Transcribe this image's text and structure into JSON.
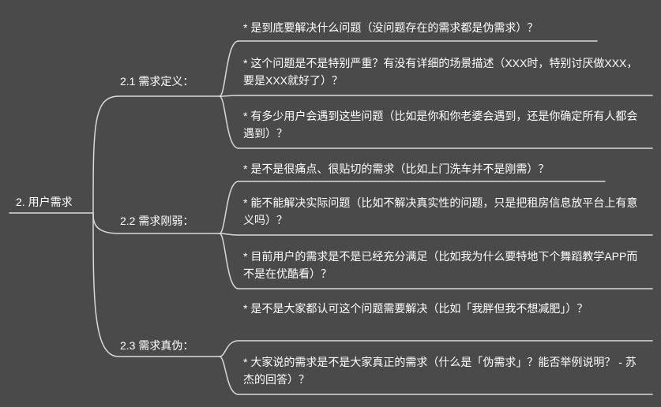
{
  "root": {
    "label": "2. 用户需求"
  },
  "branches": [
    {
      "label": "2.1 需求定义：",
      "leaves": [
        "* 是到底要解决什么问题（没问题存在的需求都是伪需求）？",
        "* 这个问题是不是特别严重？有没有详细的场景描述（XXX时，特别讨厌做XXX，要是XXX就好了）？",
        "* 有多少用户会遇到这些问题（比如是你和你老婆会遇到，还是你确定所有人都会遇到）？"
      ]
    },
    {
      "label": "2.2 需求刚弱：",
      "leaves": [
        "* 是不是很痛点、很贴切的需求（比如上门洗车并不是刚需）？",
        "* 能不能解决实际问题（比如不解决真实性的问题，只是把租房信息放平台上有意义吗）？",
        "* 目前用户的需求是不是已经充分满足（比如我为什么要特地下个舞蹈教学APP而不是在优酷看）？"
      ]
    },
    {
      "label": "2.3 需求真伪：",
      "leaves": [
        "* 是不是大家都认可这个问题需要解决（比如「我胖但我不想减肥」）？",
        "* 大家说的需求是不是大家真正的需求（什么是「伪需求」？能否举例说明？ - 苏杰的回答）？"
      ]
    }
  ],
  "colors": {
    "background": "#4a4a4a",
    "line": "#d9d9d9",
    "text": "#ffffff"
  }
}
